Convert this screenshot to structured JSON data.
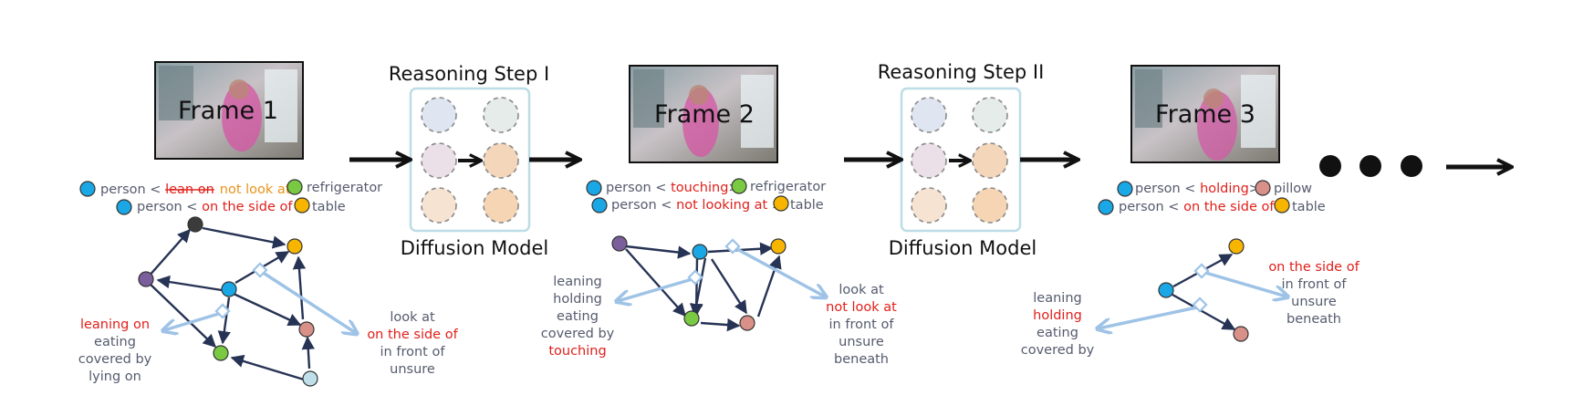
{
  "colors": {
    "person": "#1aa7e6",
    "refrigerator": "#7ac943",
    "table": "#f7b500",
    "pillow": "#d99089",
    "purple": "#7b5e9c",
    "dark": "#3b3b3b",
    "lightblue": "#bfe0ea",
    "red_text": "#e0201b",
    "orange_text": "#e8941a",
    "edge": "#263354",
    "pred_edge": "#9ec3e6"
  },
  "frames": [
    {
      "label": "Frame 1",
      "triplets": [
        {
          "subject": "person",
          "rel_struck": "lean on",
          "rel": "not look at",
          "object": "refrigerator"
        },
        {
          "subject": "person",
          "rel": "on the side of",
          "object": "table"
        }
      ],
      "left_relations": [
        {
          "text": "leaning on",
          "highlight": true
        },
        {
          "text": "eating",
          "highlight": false
        },
        {
          "text": "covered by",
          "highlight": false
        },
        {
          "text": "lying on",
          "highlight": false
        }
      ],
      "right_relations": [
        {
          "text": "look at",
          "highlight": false
        },
        {
          "text": "on the side of",
          "highlight": true
        },
        {
          "text": "in front of",
          "highlight": false
        },
        {
          "text": "unsure",
          "highlight": false
        }
      ]
    },
    {
      "label": "Frame 2",
      "triplets": [
        {
          "subject": "person",
          "rel": "touching",
          "object": "refrigerator"
        },
        {
          "subject": "person",
          "rel": "not looking at",
          "object": "table"
        }
      ],
      "left_relations": [
        {
          "text": "leaning",
          "highlight": false
        },
        {
          "text": "holding",
          "highlight": false
        },
        {
          "text": "eating",
          "highlight": false
        },
        {
          "text": "covered by",
          "highlight": false
        },
        {
          "text": "touching",
          "highlight": true
        }
      ],
      "right_relations": [
        {
          "text": "look at",
          "highlight": false
        },
        {
          "text": "not look at",
          "highlight": true
        },
        {
          "text": "in front of",
          "highlight": false
        },
        {
          "text": "unsure",
          "highlight": false
        },
        {
          "text": "beneath",
          "highlight": false
        }
      ]
    },
    {
      "label": "Frame 3",
      "triplets": [
        {
          "subject": "person",
          "rel": "holding",
          "object": "pillow"
        },
        {
          "subject": "person",
          "rel": "on the side of",
          "object": "table"
        }
      ],
      "left_relations": [
        {
          "text": "leaning",
          "highlight": false
        },
        {
          "text": "holding",
          "highlight": true
        },
        {
          "text": "eating",
          "highlight": false
        },
        {
          "text": "covered by",
          "highlight": false
        }
      ],
      "right_relations": [
        {
          "text": "on the side of",
          "highlight": true
        },
        {
          "text": "in front of",
          "highlight": false
        },
        {
          "text": "unsure",
          "highlight": false
        },
        {
          "text": "beneath",
          "highlight": false
        }
      ]
    }
  ],
  "reasoning_steps": [
    {
      "title": "Reasoning Step I",
      "model": "Diffusion Model"
    },
    {
      "title": "Reasoning Step II",
      "model": "Diffusion Model"
    }
  ]
}
